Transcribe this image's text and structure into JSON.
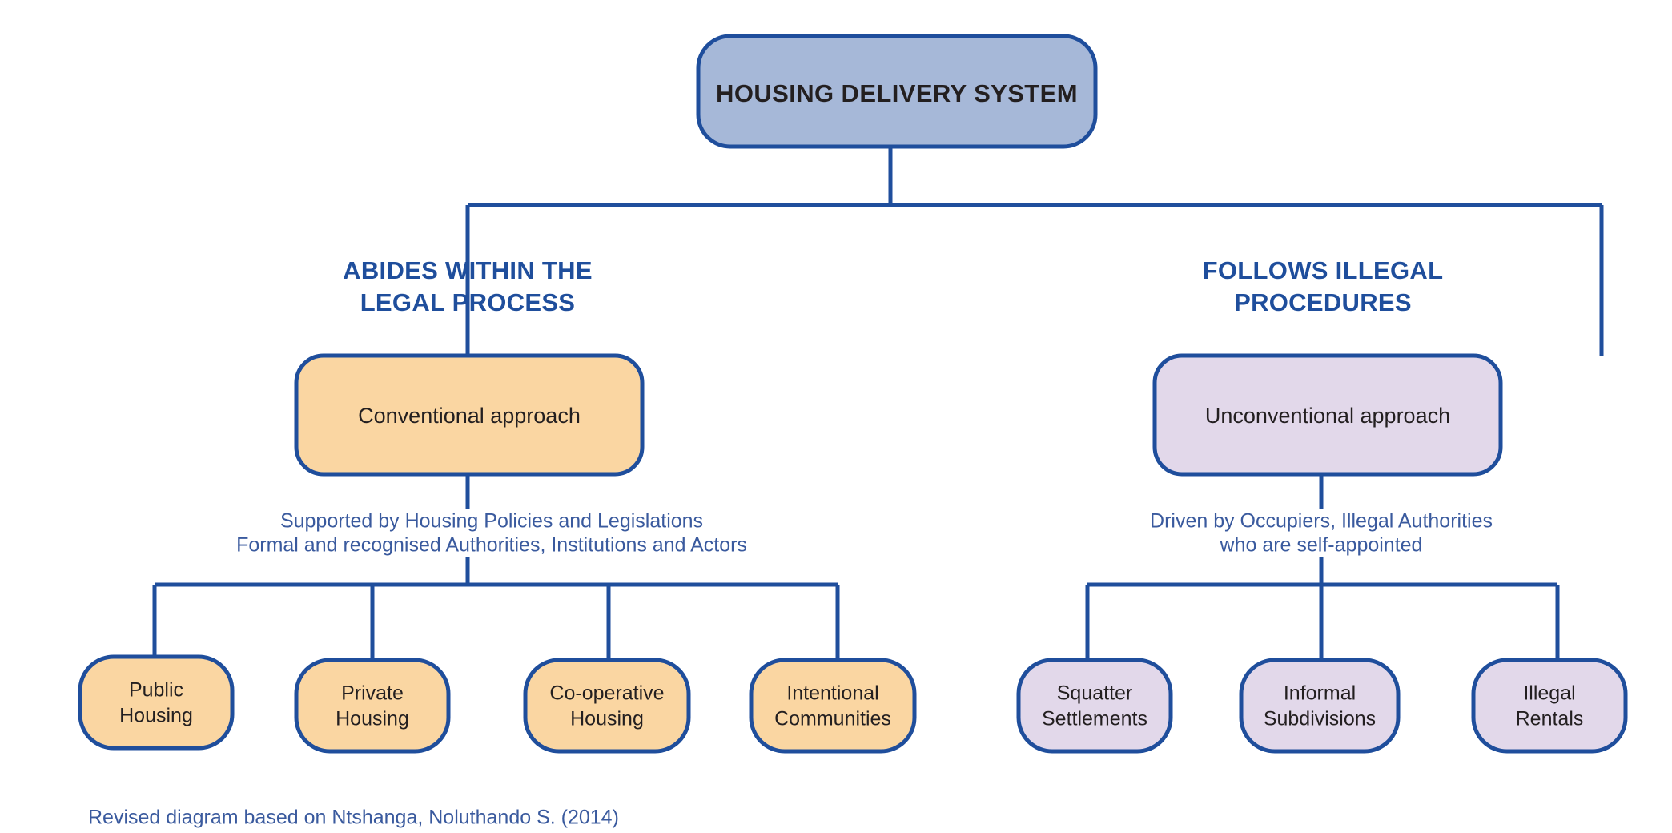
{
  "diagram": {
    "title": "HOUSING DELIVERY SYSTEM",
    "caption": "Revised diagram based on Ntshanga, Noluthando S. (2014)",
    "colors": {
      "root_fill": "#a6b8d8",
      "conventional_fill": "#fad6a2",
      "unconventional_fill": "#e2d8ea",
      "stroke": "#1f4e9c",
      "branch_text": "#1f4e9c",
      "note_text": "#3a5a9e",
      "body_text": "#231f20",
      "background": "#ffffff"
    },
    "branches": [
      {
        "id": "legal",
        "label_line1": "ABIDES WITHIN THE",
        "label_line2": "LEGAL PROCESS",
        "approach": "Conventional approach",
        "note_line1": "Supported by Housing Policies and Legislations",
        "note_line2": "Formal and recognised Authorities, Institutions and Actors",
        "leaves": [
          {
            "line1": "Public",
            "line2": "Housing"
          },
          {
            "line1": "Private",
            "line2": "Housing"
          },
          {
            "line1": "Co-operative",
            "line2": "Housing"
          },
          {
            "line1": "Intentional",
            "line2": "Communities"
          }
        ]
      },
      {
        "id": "illegal",
        "label_line1": "FOLLOWS ILLEGAL",
        "label_line2": "PROCEDURES",
        "approach": "Unconventional approach",
        "note_line1": "Driven by Occupiers, Illegal Authorities",
        "note_line2": "who are self-appointed",
        "leaves": [
          {
            "line1": "Squatter",
            "line2": "Settlements"
          },
          {
            "line1": "Informal",
            "line2": "Subdivisions"
          },
          {
            "line1": "Illegal",
            "line2": "Rentals"
          }
        ]
      }
    ]
  }
}
